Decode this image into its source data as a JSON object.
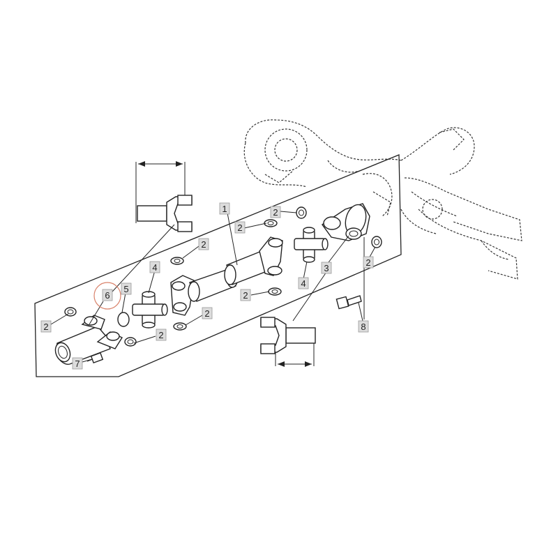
{
  "callouts": {
    "c1": "1",
    "c2": "2",
    "c3": "3",
    "c4": "4",
    "c5": "5",
    "c6": "6",
    "c7": "7",
    "c8": "8"
  },
  "highlight_color": "#d9826a"
}
